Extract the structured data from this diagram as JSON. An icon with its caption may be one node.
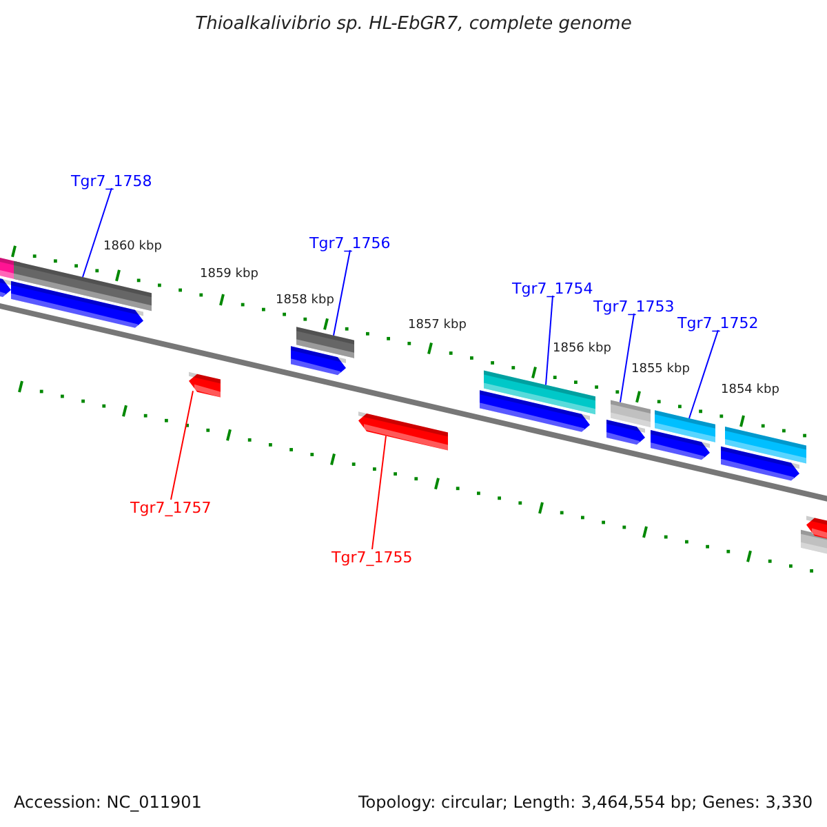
{
  "diagram": {
    "title": "Thioalkalivibrio sp. HL-EbGR7, complete genome",
    "nodes": [
      {
        "text": [
          "Tgr7_1758"
        ]
      },
      {
        "text": [
          "Tgr7_1756"
        ]
      },
      {
        "text": [
          "Tgr7_1754"
        ]
      },
      {
        "text": [
          "Tgr7_1753"
        ]
      },
      {
        "text": [
          "Tgr7_1752"
        ]
      },
      {
        "text": [
          "Tgr7_1757"
        ]
      },
      {
        "text": [
          "Tgr7_1755"
        ]
      },
      {
        "text": [],
        "shape": "pentagon"
      },
      {
        "text": [],
        "shape": "bar"
      },
      {
        "text": [],
        "shape": "pentagon"
      },
      {
        "text": [],
        "shape": "bar"
      },
      {
        "text": [],
        "shape": "pentagon"
      },
      {
        "text": [],
        "shape": "pentagon"
      },
      {
        "text": [],
        "shape": "bar"
      },
      {
        "text": [],
        "shape": "pentagon"
      },
      {
        "text": [],
        "shape": "pentagon"
      },
      {
        "text": [],
        "shape": "bar"
      },
      {
        "text": [],
        "shape": "pentagon"
      },
      {
        "text": [],
        "shape": "bar"
      },
      {
        "text": [],
        "shape": "pentagon"
      },
      {
        "text": [],
        "shape": "bar"
      },
      {
        "text": [],
        "shape": "pentagon"
      },
      {
        "text": [],
        "shape": "bar"
      },
      {
        "text": [],
        "shape": "bar"
      },
      {
        "text": [],
        "shape": "pentagon"
      }
    ],
    "edges": [
      {
        "from": 0,
        "to": 10,
        "arrow": "none"
      },
      {
        "from": 1,
        "to": 13,
        "arrow": "none"
      },
      {
        "from": 2,
        "to": 16,
        "arrow": "none"
      },
      {
        "from": 3,
        "to": 18,
        "arrow": "none"
      },
      {
        "from": 4,
        "to": 20,
        "arrow": "none"
      },
      {
        "from": 5,
        "to": 11,
        "arrow": "none",
        "color": "#ff0000"
      },
      {
        "from": 6,
        "to": 14,
        "arrow": "none",
        "color": "#ff0000"
      }
    ],
    "labels": [
      "1860 kbp",
      "1859 kbp",
      "1858 kbp",
      "1857 kbp",
      "1856 kbp",
      "1855 kbp",
      "1854 kbp",
      "Accession: NC_011901",
      "Topology: circular; Length: 3,464,554 bp; Genes: 3,330"
    ]
  }
}
